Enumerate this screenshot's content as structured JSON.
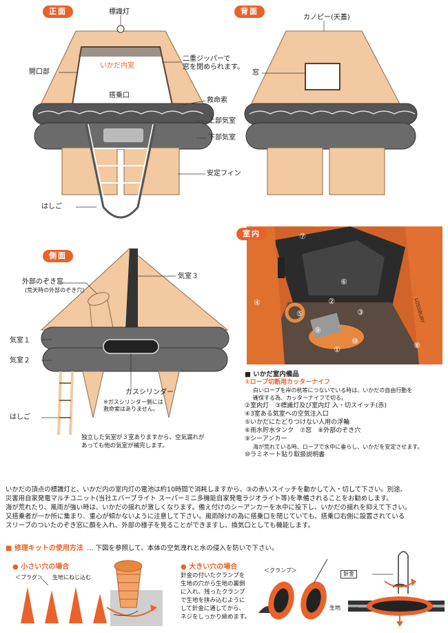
{
  "front": {
    "tag": "正面",
    "labels": {
      "beacon": "標識灯",
      "zipper": "二重ジッパーで\n窓を閉められます。",
      "interior": "いかだ内室",
      "opening": "開口部",
      "boarding": "搭乗口",
      "lifeline": "救命索",
      "upper_chamber": "上部気室",
      "lower_chamber": "下部気室",
      "fin": "安定フィン",
      "ladder": "はしご"
    }
  },
  "back": {
    "tag": "背面",
    "labels": {
      "canopy": "カノピー(天蓋)",
      "window": "窓"
    }
  },
  "side": {
    "tag": "側面",
    "labels": {
      "window": "外部のぞき窓",
      "window_note": "(荒天時の外部のぞき穴)",
      "chamber3": "気室３",
      "chamber1": "気室１",
      "chamber2": "気室２",
      "gas": "ガスシリンダー",
      "gas_note": "※ガスシリンダー側には\n救命索はありません。",
      "ladder": "はしご",
      "note": "独立した気室が３室ありますから、空気漏れが\nあっても他の気室が補完します。"
    }
  },
  "interior": {
    "tag": "室内",
    "photo_text": "LOSSBURY",
    "markers": [
      "①",
      "②",
      "③",
      "④",
      "⑤",
      "⑥",
      "⑦",
      "⑧",
      "⑨",
      "⑩"
    ]
  },
  "equipment": {
    "title": "■ いかだ室内備品",
    "items": [
      {
        "text": "①ロープ切断用カッターナイフ",
        "sub": "白いロープを岸の杭等につないでいる時は、いかだの自由行動を\n確保する為、カッターナイフで切る。"
      },
      {
        "text": "②室内灯　③標識灯及び室内灯 入・切スイッチ(赤)",
        "sub": ""
      },
      {
        "text": "④3室ある気室への空気注入口",
        "sub": ""
      },
      {
        "text": "⑤いかだにたどりつけない人用の浮輪",
        "sub": ""
      },
      {
        "text": "⑥雨水貯水タンク　⑦窓　⑧外部のぞき穴",
        "sub": ""
      },
      {
        "text": "⑨シーアンカー",
        "sub": "海が荒れている時、ロープで水中に垂らし、いかだを安定させます。"
      },
      {
        "text": "⑩ラミネート貼り取扱説明書",
        "sub": ""
      }
    ]
  },
  "body_text": "いかだの頂点の標識灯と、いかだ内の室内灯の電池は約10時間で消耗しますから、③の赤いスイッチを動かして入・切して下さい。別途、\n災害用自家発電マルチユニット(当社エバーブライト スーパーミニ多機能自家発電ラジオライト等)を準備されることをお勧めします。\n海が荒れたり、風雨が強い時は、いかだの揺れが激しくなります。備え付けのシーアンカーを水中に投下し、いかだの揺れを抑えて下さい。\n又搭乗者が一か所に集まり、重心が傾かないように注意して下さい。風雨除けの為に搭乗口を閉じていても、搭乗口右側に設置されている\nスリーブのついたのぞき窓に顔を入れ、外部の様子を見ることができますし、換気口としても機能します。",
  "repair": {
    "title": "■ 修理キットの使用方法",
    "title_desc": "… 下図を参照して、本体の空気洩れと水の侵入を防いで下さい。",
    "small": {
      "heading": "小さい穴の場合",
      "plug": "＜プラグ＞",
      "screw": "生地にねじ込む"
    },
    "large": {
      "heading": "大きい穴の場合",
      "desc": "針金の付いたクランプを\n生地の穴から生地の裏側\nに入れ、残ったクランプ\nで生地を挟み込むように\nして針金に通してから、\nネジをしっかり締めます。",
      "clamp": "＜クランプ＞",
      "wire": "針金",
      "fabric": "生地"
    }
  },
  "colors": {
    "accent": "#e8632b",
    "raft_tan": "#f2c9a0",
    "raft_gray": "#6b6b6b",
    "dark": "#3a3a3a"
  }
}
